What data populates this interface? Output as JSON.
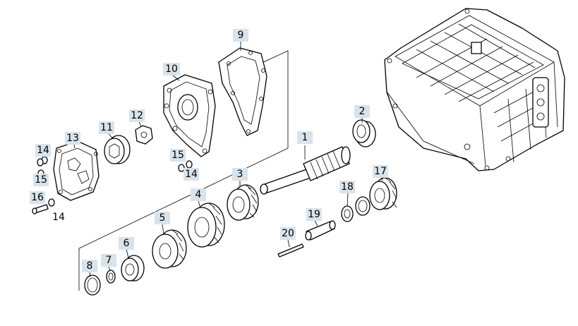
{
  "diagram": {
    "callouts": [
      {
        "id": "c1",
        "label": "1"
      },
      {
        "id": "c2",
        "label": "2"
      },
      {
        "id": "c3",
        "label": "3"
      },
      {
        "id": "c4",
        "label": "4"
      },
      {
        "id": "c5",
        "label": "5"
      },
      {
        "id": "c6",
        "label": "6"
      },
      {
        "id": "c7",
        "label": "7"
      },
      {
        "id": "c8",
        "label": "8"
      },
      {
        "id": "c9",
        "label": "9"
      },
      {
        "id": "c10",
        "label": "10"
      },
      {
        "id": "c11",
        "label": "11"
      },
      {
        "id": "c12",
        "label": "12"
      },
      {
        "id": "c13",
        "label": "13"
      },
      {
        "id": "c14a",
        "label": "14"
      },
      {
        "id": "c14b",
        "label": "14"
      },
      {
        "id": "c14c",
        "label": "14"
      },
      {
        "id": "c15a",
        "label": "15"
      },
      {
        "id": "c15b",
        "label": "15"
      },
      {
        "id": "c16",
        "label": "16"
      },
      {
        "id": "c17",
        "label": "17"
      },
      {
        "id": "c18",
        "label": "18"
      },
      {
        "id": "c19",
        "label": "19"
      },
      {
        "id": "c20",
        "label": "20"
      }
    ]
  }
}
